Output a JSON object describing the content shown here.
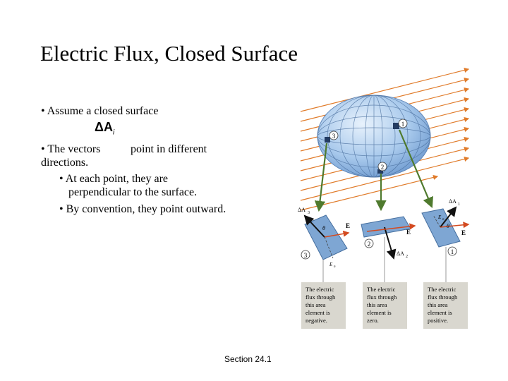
{
  "slide": {
    "title": "Electric Flux, Closed Surface",
    "bullet1": "• Assume a closed surface",
    "delta_symbol": "ΔA",
    "delta_sub": "i",
    "bullet2_start": "• The vectors",
    "bullet2_end": "point in different",
    "bullet2_cont": "directions.",
    "sub1_line1": "• At each point, they are",
    "sub1_line2": "perpendicular to the surface.",
    "sub2": "• By convention, they point outward.",
    "footer": "Section  24.1"
  },
  "figure": {
    "markers": {
      "one": "1",
      "two": "2",
      "three": "3"
    },
    "captions": [
      {
        "l1": "The electric",
        "l2": "flux through",
        "l3": "this area",
        "l4": "element is",
        "l5": "negative."
      },
      {
        "l1": "The electric",
        "l2": "flux through",
        "l3": "this area",
        "l4": "element is",
        "l5": "zero."
      },
      {
        "l1": "The electric",
        "l2": "flux through",
        "l3": "this area",
        "l4": "element is",
        "l5": "positive."
      }
    ],
    "labels": {
      "e_vec": "E",
      "delta_a1": "ΔA",
      "delta_a1_sub": "1",
      "delta_a2": "ΔA",
      "delta_a2_sub": "2",
      "delta_a3": "ΔA",
      "delta_a3_sub": "3",
      "en": "E",
      "en_sub": "n",
      "theta": "θ"
    },
    "colors": {
      "field_line": "#e07b2a",
      "sphere": "#a8c9ec",
      "patch": "#7ea6d3",
      "caption_bg": "#d9d7cf",
      "arrow_green": "#4f7a2e"
    }
  }
}
